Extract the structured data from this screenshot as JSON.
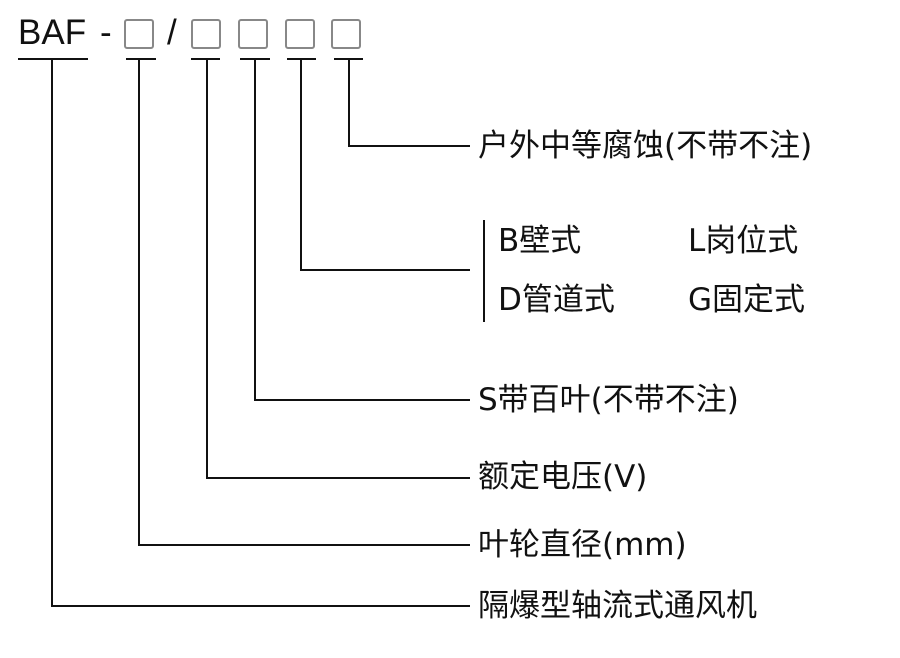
{
  "model": {
    "prefix": "BAF",
    "dash": "-",
    "slash": "/"
  },
  "labels": {
    "corrosion": "户外中等腐蚀(不带不注)",
    "mount_b": "B壁式",
    "mount_l": "L岗位式",
    "mount_d": "D管道式",
    "mount_g": "G固定式",
    "louver": "S带百叶(不带不注)",
    "voltage": "额定电压(V)",
    "diameter": "叶轮直径(mm)",
    "type": "隔爆型轴流式通风机"
  }
}
